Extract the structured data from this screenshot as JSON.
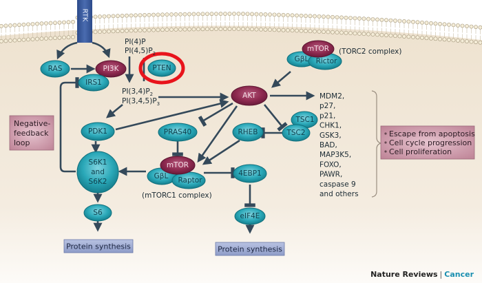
{
  "figure": {
    "receptor": "RTK",
    "lipids": {
      "substrate_lines": [
        "PI(4)P",
        "PI(4,5)P"
      ],
      "substrate_sub": "2",
      "product_lines": [
        "PI(3,4)P",
        "PI(3,4,5)P"
      ],
      "product_subs": [
        "2",
        "3"
      ]
    },
    "nodes": {
      "ras": "RAS",
      "pi3k": "PI3K",
      "pten": "PTEN",
      "irs1": "IRS1",
      "akt": "AKT",
      "pdk1": "PDK1",
      "pras40": "PRAS40",
      "rheb": "RHEB",
      "tsc1": "TSC1",
      "tsc2": "TSC2",
      "mtorc1_mtor": "mTOR",
      "mtorc1_gbl": "GβL",
      "mtorc1_raptor": "Raptor",
      "mtorc2_mtor": "mTOR",
      "mtorc2_gbl": "GβL",
      "mtorc2_rictor": "Rictor",
      "s6k_lines": [
        "S6K1",
        "and",
        "S6K2"
      ],
      "s6": "S6",
      "fourebp1": "4EBP1",
      "eif4e": "eIF4E"
    },
    "labels": {
      "torc2": "(TORC2 complex)",
      "mtorc1": "(mTORC1 complex)",
      "negative_feedback": [
        "Negative-",
        "feedback",
        "loop"
      ],
      "protein_synthesis_left": "Protein synthesis",
      "protein_synthesis_right": "Protein synthesis"
    },
    "akt_targets": [
      "MDM2,",
      "p27,",
      "p21,",
      "CHK1,",
      "GSK3,",
      "BAD,",
      "MAP3K5,",
      "FOXO,",
      "PAWR,",
      "caspase 9",
      "and others"
    ],
    "outcomes": [
      "Escape from apoptosis",
      "Cell cycle progression",
      "Cell proliferation"
    ],
    "highlight": "PTEN"
  },
  "footer": {
    "publisher": "Nature Reviews",
    "separator": "|",
    "journal": "Cancer"
  },
  "colors": {
    "background": "#efe5d6",
    "teal_node": "#2aa8b8",
    "plum_node": "#8e2a50",
    "arrow": "#34495a",
    "highlight_ring": "#e8141c",
    "receptor": "#3a5a9a",
    "outcome_box": "#c48a9c",
    "protein_box": "#9aa6cc",
    "journal_accent": "#1a8fb0"
  }
}
